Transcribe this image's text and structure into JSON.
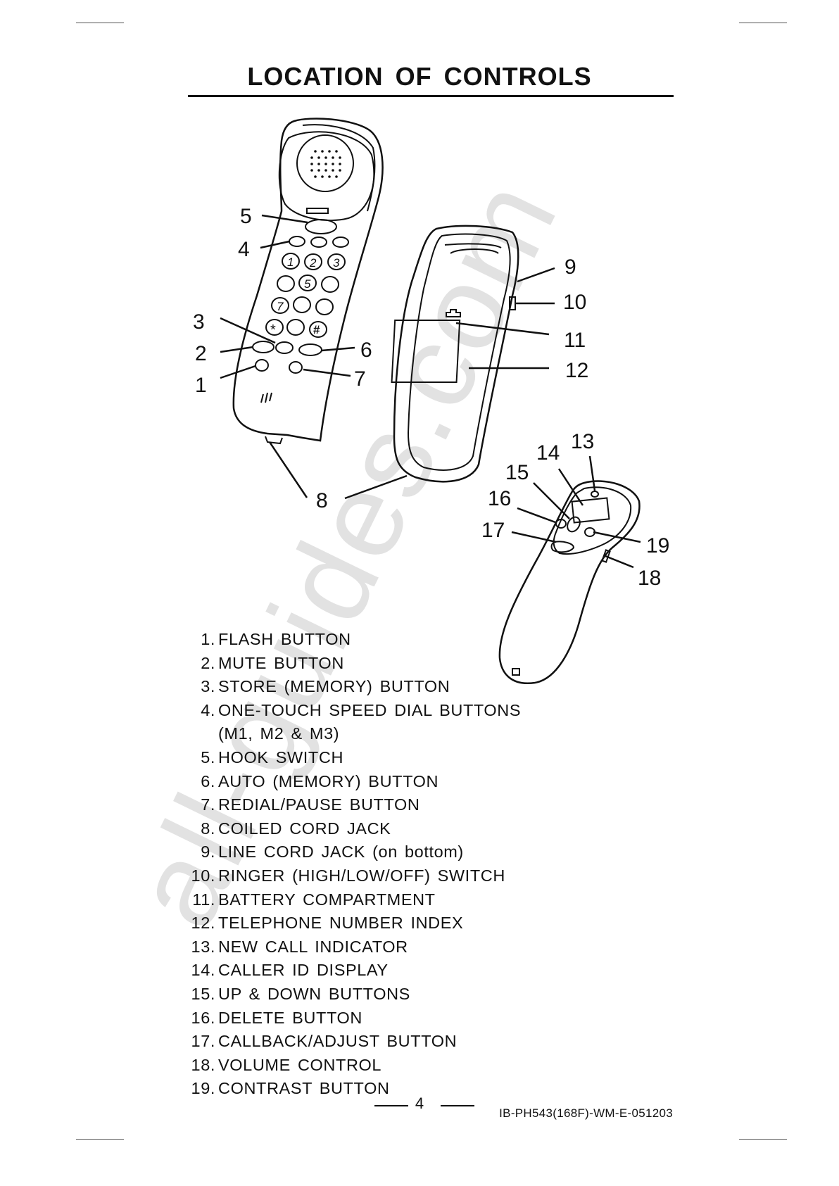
{
  "title": "LOCATION OF CONTROLS",
  "callouts": [
    "1",
    "2",
    "3",
    "4",
    "5",
    "6",
    "7",
    "8",
    "9",
    "10",
    "11",
    "12",
    "13",
    "14",
    "15",
    "16",
    "17",
    "18",
    "19"
  ],
  "keypad": {
    "k1": "1",
    "k2": "2",
    "k3": "3",
    "k5": "5",
    "k7": "7",
    "star": "*",
    "hash": "#"
  },
  "controls": [
    {
      "num": "1.",
      "label": "FLASH BUTTON"
    },
    {
      "num": "2.",
      "label": "MUTE BUTTON"
    },
    {
      "num": "3.",
      "label": "STORE (MEMORY) BUTTON"
    },
    {
      "num": "4.",
      "label": "ONE-TOUCH SPEED DIAL BUTTONS"
    },
    {
      "num": "",
      "label": "(M1, M2 & M3)"
    },
    {
      "num": "5.",
      "label": "HOOK SWITCH"
    },
    {
      "num": "6.",
      "label": "AUTO (MEMORY) BUTTON"
    },
    {
      "num": "7.",
      "label": "REDIAL/PAUSE BUTTON"
    },
    {
      "num": "8.",
      "label": "COILED CORD JACK"
    },
    {
      "num": "9.",
      "label": "LINE CORD JACK (on bottom)"
    },
    {
      "num": "10.",
      "label": "RINGER (HIGH/LOW/OFF) SWITCH"
    },
    {
      "num": "11.",
      "label": "BATTERY COMPARTMENT"
    },
    {
      "num": "12.",
      "label": "TELEPHONE NUMBER INDEX"
    },
    {
      "num": "13.",
      "label": "NEW CALL INDICATOR"
    },
    {
      "num": "14.",
      "label": "CALLER ID DISPLAY"
    },
    {
      "num": "15.",
      "label": "UP & DOWN BUTTONS"
    },
    {
      "num": "16.",
      "label": "DELETE BUTTON"
    },
    {
      "num": "17.",
      "label": "CALLBACK/ADJUST BUTTON"
    },
    {
      "num": "18.",
      "label": "VOLUME CONTROL"
    },
    {
      "num": "19.",
      "label": "CONTRAST BUTTON"
    }
  ],
  "page_number": "4",
  "doc_id": "IB-PH543(168F)-WM-E-051203",
  "watermark": "all-guides.com"
}
